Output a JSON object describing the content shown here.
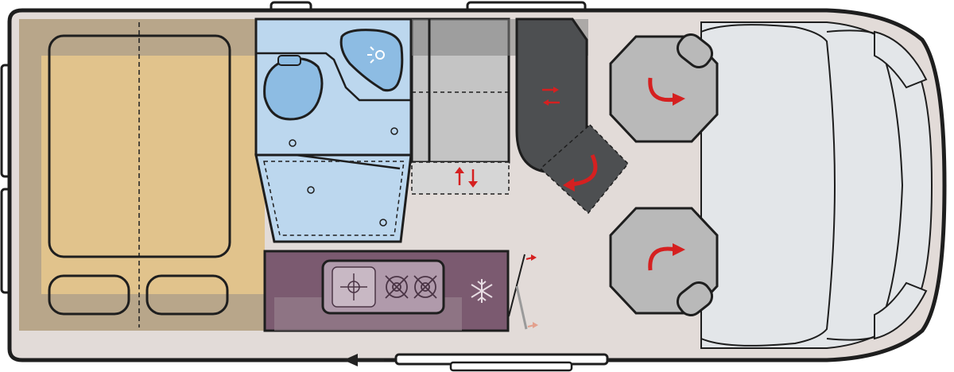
{
  "diagram": {
    "type": "camper-van-floor-plan",
    "orientation": "front-right",
    "colors": {
      "outline": "#1e1e1e",
      "body": "#e2dbd8",
      "bed_zone": "#b8a68a",
      "mattress": "#e1c38c",
      "bathroom": "#bcd7ee",
      "washbasin": "#8dbce3",
      "kitchen": "#7b5a70",
      "cabinet": "#c4c4c4",
      "dinette_bench": "#4d4f51",
      "seat": "#b9b9b9",
      "cab": "#e3e6e9",
      "rotation_arrow": "#d52020",
      "door_arrow": "#222222"
    }
  },
  "zones": {
    "bed": {
      "description_icons": [
        "mattress-left",
        "mattress-right",
        "pillow-left",
        "pillow-right"
      ]
    },
    "bathroom": {
      "icons": [
        "toilet-icon",
        "washbasin-icon",
        "shower-drain-icon"
      ]
    },
    "kitchen": {
      "icons": [
        "sink-icon",
        "gas-burner-icon",
        "gas-burner-icon",
        "snowflake-icon"
      ]
    },
    "dinette": {
      "icons": [
        "slide-arrows-icon",
        "rotate-arrow-icon"
      ]
    },
    "cab": {
      "icons": [
        "swivel-seat-icon",
        "swivel-seat-icon"
      ]
    },
    "entrance": {
      "icons": [
        "sliding-door-arrow-icon"
      ]
    }
  }
}
